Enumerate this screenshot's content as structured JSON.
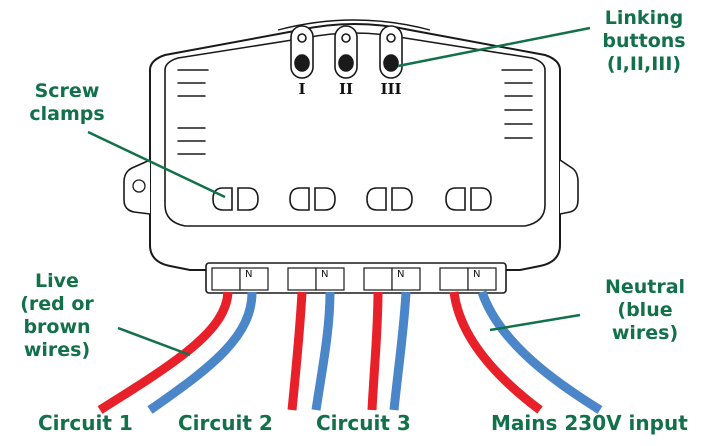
{
  "labels": {
    "screw_clamps": [
      "Screw",
      "clamps"
    ],
    "linking_buttons": [
      "Linking",
      "buttons",
      "(I,II,III)"
    ],
    "live": [
      "Live",
      "(red or",
      "brown",
      "wires)"
    ],
    "neutral": [
      "Neutral",
      "(blue",
      "wires)"
    ]
  },
  "button_numerals": [
    "I",
    "II",
    "III"
  ],
  "terminal_letter": "N",
  "captions": {
    "circuit1": "Circuit 1",
    "circuit2": "Circuit 2",
    "circuit3": "Circuit 3",
    "mains": "Mains 230V input"
  },
  "colors": {
    "label_green": "#12704a",
    "live_wire": "#e8202a",
    "neutral_wire": "#4a86c8",
    "outline": "#1a1a1a"
  }
}
